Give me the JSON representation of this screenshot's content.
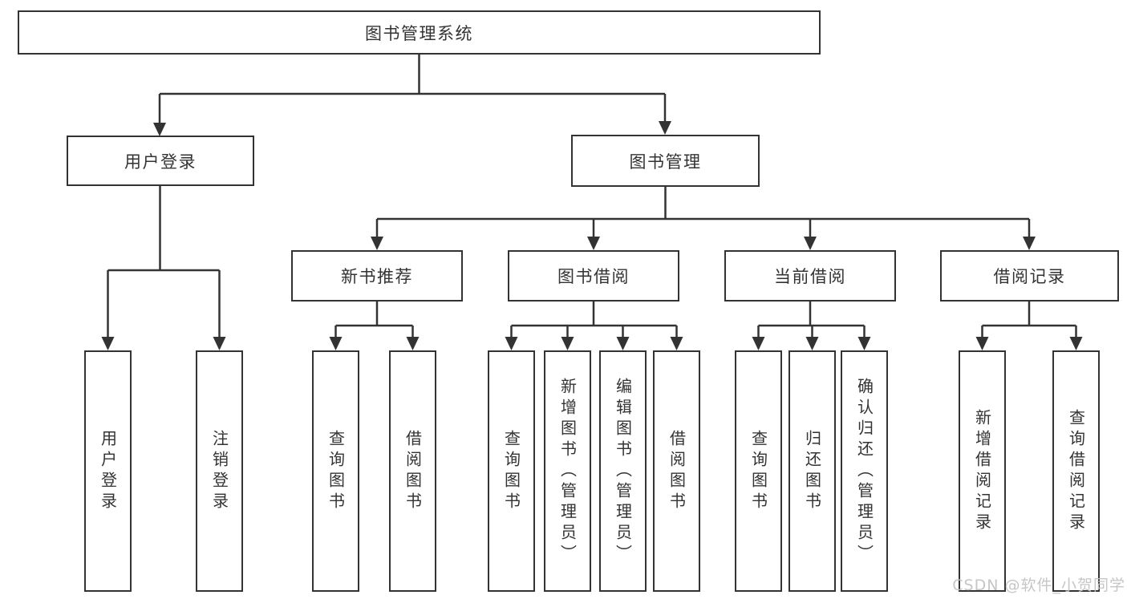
{
  "tree": {
    "label": "图书管理系统",
    "children": [
      {
        "label": "用户登录",
        "children": [
          {
            "label": "用户登录"
          },
          {
            "label": "注销登录"
          }
        ]
      },
      {
        "label": "图书管理",
        "children": [
          {
            "label": "新书推荐",
            "children": [
              {
                "label": "查询图书"
              },
              {
                "label": "借阅图书"
              }
            ]
          },
          {
            "label": "图书借阅",
            "children": [
              {
                "label": "查询图书"
              },
              {
                "label": "新增图书（管理员）"
              },
              {
                "label": "编辑图书（管理员）"
              },
              {
                "label": "借阅图书"
              }
            ]
          },
          {
            "label": "当前借阅",
            "children": [
              {
                "label": "查询图书"
              },
              {
                "label": "归还图书"
              },
              {
                "label": "确认归还（管理员）"
              }
            ]
          },
          {
            "label": "借阅记录",
            "children": [
              {
                "label": "新增借阅记录"
              },
              {
                "label": "查询借阅记录"
              }
            ]
          }
        ]
      }
    ]
  },
  "watermark": {
    "text": "CSDN @软件_小贺同学"
  },
  "colors": {
    "line": "#333333",
    "box_border": "#333333",
    "text": "#333333",
    "watermark": "#c3c3c3",
    "background": "#ffffff"
  }
}
